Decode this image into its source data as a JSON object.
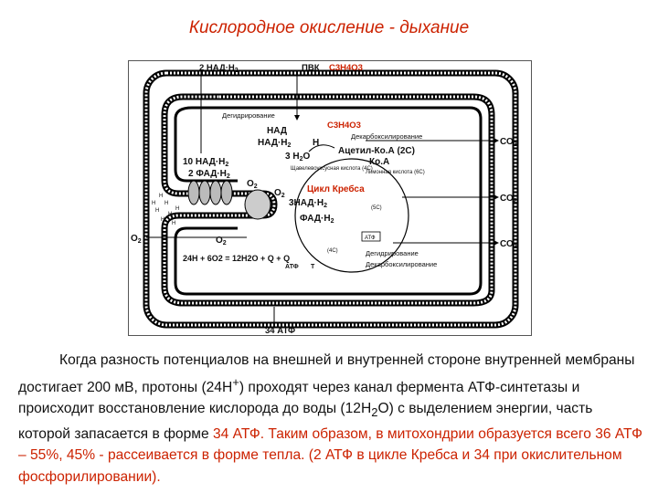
{
  "title": "Кислородное окисление - дыхание",
  "colors": {
    "accent": "#cc2200",
    "text": "#111111",
    "diagram_line": "#000000"
  },
  "diagram": {
    "top_left": "2 НАД·Н",
    "top_left_sub": "2",
    "pvk": "ПВК",
    "pvk_formula": "С3Н4О3",
    "degidrirovanie_top": "Дегидрирование",
    "c3h4o3": "С3Н4О3",
    "nad": "НАД",
    "nadh2": "НАД·Н",
    "nadh2_sub": "2",
    "h_minus": "Н",
    "dekarb_top": "Декарбоксилирование",
    "acetyl": "Ацетил-Ко.А (2С)",
    "koa": "Ко.А",
    "h2o": "3 Н",
    "h2o_sub": "2",
    "h2o_o": "О",
    "nad10": "10 НАД·Н",
    "nad10_sub": "2",
    "fad2": "2 ФАД·Н",
    "fad2_sub": "2",
    "oxaloacetic": "Щавелевоуксусная кислота (4С)",
    "citric": "Лимонная кислота (6С)",
    "krebs": "Цикл Кребса",
    "nad3": "3НАД·Н",
    "nad3_sub": "2",
    "fad_cycle": "ФАД·Н",
    "fad_cycle_sub": "2",
    "c5": "(5С)",
    "c4": "(4С)",
    "atf_box": "АТФ",
    "o2_a": "О",
    "o2_b": "О",
    "o2_left": "О",
    "o2_center": "О",
    "o2_sub": "2",
    "equation": "24Н + 6О2 = 12Н2О + Q + Q",
    "atf_eq": "АТФ",
    "t_eq": "Т",
    "degidrirovanie_bottom": "Дегидрирование",
    "dekarb_bottom": "Декарбоксилирование",
    "co2_1": "СО",
    "co2_2": "СО",
    "co2_3": "СО",
    "co2_sub": "2",
    "atf34": "34 АТФ",
    "protons": [
      "H",
      "H",
      "H",
      "H",
      "H",
      "H",
      "H",
      "H"
    ]
  },
  "paragraph": {
    "p1": "Когда разность потенциалов на внешней и внутренней стороне внутренней мембраны достигает 200 мВ, протоны (24Н",
    "p1_sup": "+",
    "p2": ") проходят через канал фермента АТФ-синтетазы и происходит восстановление кислорода до воды (12Н",
    "p2_sub": "2",
    "p3": "О) с выделением энергии, часть которой запасается в форме ",
    "red1": "34 АТФ. Таким образом, в митохондрии образуется всего 36 АТФ – 55%, 45% - рассеивается в форме тепла. (2 АТФ в цикле Кребса и 34 при окислительном фосфорилировании)."
  }
}
